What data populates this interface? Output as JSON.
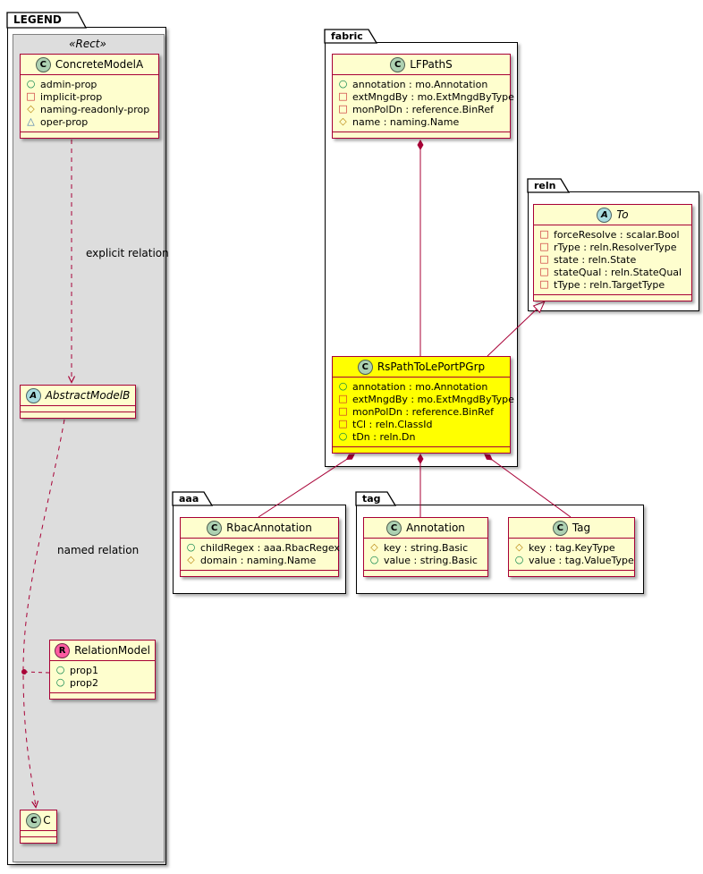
{
  "packages": {
    "legend": {
      "label": "LEGEND"
    },
    "fabric": {
      "label": "fabric"
    },
    "reln": {
      "label": "reln"
    },
    "aaa": {
      "label": "aaa"
    },
    "tag": {
      "label": "tag"
    }
  },
  "legend_rect": {
    "stereotype": "«Rect»"
  },
  "icons": {
    "public": "○",
    "private": "□",
    "protected": "◇",
    "package_private": "△"
  },
  "classes": {
    "concrete_model_a": {
      "spot": "C",
      "name": "ConcreteModelA",
      "members": [
        {
          "icon": "public-circle",
          "text": "admin-prop"
        },
        {
          "icon": "private-square",
          "text": "implicit-prop"
        },
        {
          "icon": "protected-diamond",
          "text": "naming-readonly-prop"
        },
        {
          "icon": "package-triangle",
          "text": "oper-prop"
        }
      ]
    },
    "abstract_model_b": {
      "spot": "A",
      "name": "AbstractModelB",
      "members": []
    },
    "relation_model": {
      "spot": "R",
      "name": "RelationModel",
      "members": [
        {
          "icon": "public-circle",
          "text": "prop1"
        },
        {
          "icon": "public-circle",
          "text": "prop2"
        }
      ]
    },
    "c": {
      "spot": "C",
      "name": "C",
      "members": []
    },
    "lfpaths": {
      "spot": "C",
      "name": "LFPathS",
      "members": [
        {
          "icon": "public-circle",
          "text": "annotation : mo.Annotation"
        },
        {
          "icon": "private-square",
          "text": "extMngdBy : mo.ExtMngdByType"
        },
        {
          "icon": "private-square",
          "text": "monPolDn : reference.BinRef"
        },
        {
          "icon": "protected-diamond",
          "text": "name : naming.Name"
        }
      ]
    },
    "rs_path": {
      "spot": "C",
      "name": "RsPathToLePortPGrp",
      "members": [
        {
          "icon": "public-circle",
          "text": "annotation : mo.Annotation"
        },
        {
          "icon": "private-square",
          "text": "extMngdBy : mo.ExtMngdByType"
        },
        {
          "icon": "private-square",
          "text": "monPolDn : reference.BinRef"
        },
        {
          "icon": "private-square",
          "text": "tCl : reln.ClassId"
        },
        {
          "icon": "public-circle",
          "text": "tDn : reln.Dn"
        }
      ]
    },
    "to": {
      "spot": "A",
      "name": "To",
      "members": [
        {
          "icon": "private-square",
          "text": "forceResolve : scalar.Bool"
        },
        {
          "icon": "private-square",
          "text": "rType : reln.ResolverType"
        },
        {
          "icon": "private-square",
          "text": "state : reln.State"
        },
        {
          "icon": "private-square",
          "text": "stateQual : reln.StateQual"
        },
        {
          "icon": "private-square",
          "text": "tType : reln.TargetType"
        }
      ]
    },
    "rbac_annotation": {
      "spot": "C",
      "name": "RbacAnnotation",
      "members": [
        {
          "icon": "public-circle",
          "text": "childRegex : aaa.RbacRegex"
        },
        {
          "icon": "protected-diamond",
          "text": "domain : naming.Name"
        }
      ]
    },
    "annotation": {
      "spot": "C",
      "name": "Annotation",
      "members": [
        {
          "icon": "protected-diamond",
          "text": "key : string.Basic"
        },
        {
          "icon": "public-circle",
          "text": "value : string.Basic"
        }
      ]
    },
    "tag_class": {
      "spot": "C",
      "name": "Tag",
      "members": [
        {
          "icon": "protected-diamond",
          "text": "key : tag.KeyType"
        },
        {
          "icon": "public-circle",
          "text": "value : tag.ValueType"
        }
      ]
    }
  },
  "relation_labels": {
    "explicit": "explicit relation",
    "named": "named relation"
  },
  "colors": {
    "class_border": "#A80036",
    "class_bg": "#FEFECE",
    "highlight_bg": "#FFFF00",
    "legend_rect_bg": "#DDDDDD",
    "spot_c": "#ADD1B2",
    "spot_a": "#A9DCDF",
    "spot_r": "#FF5CA2",
    "vis_public": "#038048",
    "vis_private": "#C82930",
    "vis_protected": "#B8860B",
    "vis_package": "#4177AF"
  }
}
